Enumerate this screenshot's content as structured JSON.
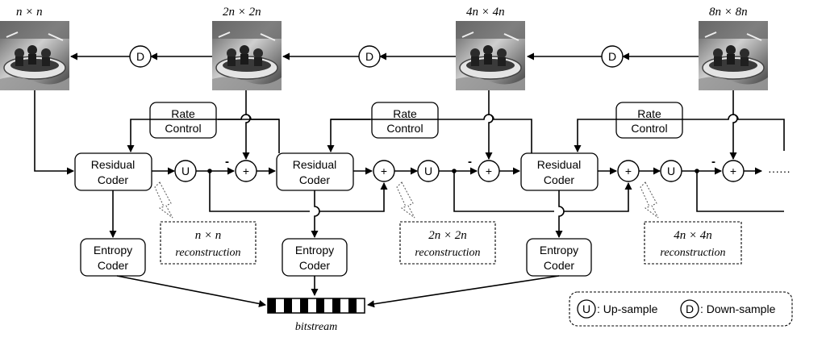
{
  "images": {
    "img1": {
      "label": "n × n"
    },
    "img2": {
      "label": "2n × 2n"
    },
    "img3": {
      "label": "4n × 4n"
    },
    "img4": {
      "label": "8n × 8n"
    }
  },
  "symbols": {
    "up": "U",
    "down": "D",
    "plus": "+",
    "minus": "-",
    "ellipsis": "······"
  },
  "blocks": {
    "rate_control": [
      "Rate",
      "Control"
    ],
    "residual_coder": [
      "Residual",
      "Coder"
    ],
    "entropy_coder": [
      "Entropy",
      "Coder"
    ]
  },
  "reconstructions": [
    {
      "size": "n × n",
      "label": "reconstruction"
    },
    {
      "size": "2n × 2n",
      "label": "reconstruction"
    },
    {
      "size": "4n × 4n",
      "label": "reconstruction"
    }
  ],
  "bitstream": {
    "label": "bitstream"
  },
  "legend": {
    "up_symbol": "U",
    "up_text": ": Up-sample",
    "down_symbol": "D",
    "down_text": ": Down-sample"
  },
  "colors": {
    "photo_dark": "#2a2a2a",
    "photo_light": "#bdbdbd",
    "line": "#000000"
  }
}
